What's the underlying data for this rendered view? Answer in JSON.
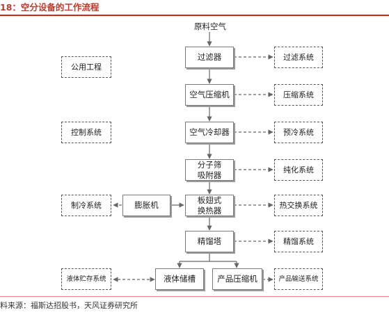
{
  "figure": {
    "title": "18：空分设备的工作流程",
    "source": "料来源：福斯达招股书，天风证券研究所"
  },
  "diagram": {
    "input_label": "原料空气",
    "main_process": [
      "过滤器",
      "空气压缩机",
      "空气冷却器",
      "分子筛\n吸附器",
      "板翅式\n换热器",
      "精馏塔"
    ],
    "side_systems": [
      "过滤系统",
      "压缩系统",
      "预冷系统",
      "纯化系统",
      "热交换系统",
      "精馏系统"
    ],
    "left_systems": [
      "公用工程",
      "控制系统",
      "制冷系统"
    ],
    "expander": "膨胀机",
    "bottom_process": [
      "液体储槽",
      "产品压缩机"
    ],
    "bottom_systems": [
      "液体贮存系统",
      "产品输送系统"
    ]
  }
}
